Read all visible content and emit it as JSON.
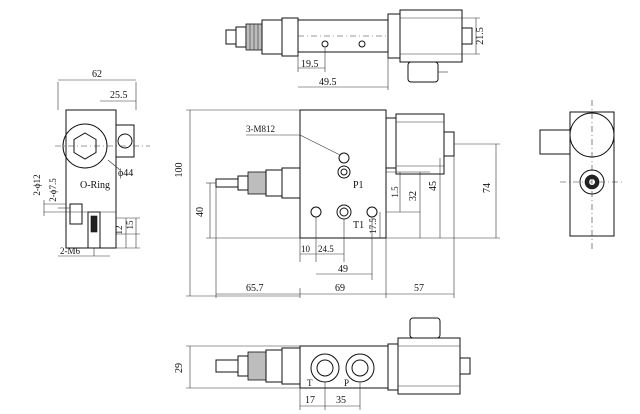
{
  "top_view": {
    "dims": {
      "d_19_5": "19.5",
      "d_49_5": "49.5",
      "d_21_5": "21.5"
    }
  },
  "left_view": {
    "dims": {
      "d_62": "62",
      "d_25_5": "25.5",
      "d_phi44": "ϕ44",
      "d_2phi12": "2-ϕ12",
      "d_2phi7_5": "2-ϕ7.5",
      "d_12": "12",
      "d_15": "15",
      "d_2m6": "2-M6"
    },
    "labels": {
      "oring": "O-Ring"
    }
  },
  "front_view": {
    "labels": {
      "m812": "3-M812",
      "p1": "P1",
      "t1": "T1"
    },
    "dims": {
      "d_100": "100",
      "d_40": "40",
      "d_1_5": "1.5",
      "d_32": "32",
      "d_45": "45",
      "d_74": "74",
      "d_17_5": "17.5",
      "d_10": "10",
      "d_24_5": "24.5",
      "d_49": "49",
      "d_65_7": "65.7",
      "d_69": "69",
      "d_57": "57"
    }
  },
  "bottom_view": {
    "labels": {
      "t": "T",
      "p": "P"
    },
    "dims": {
      "d_29": "29",
      "d_17": "17",
      "d_35": "35"
    }
  }
}
